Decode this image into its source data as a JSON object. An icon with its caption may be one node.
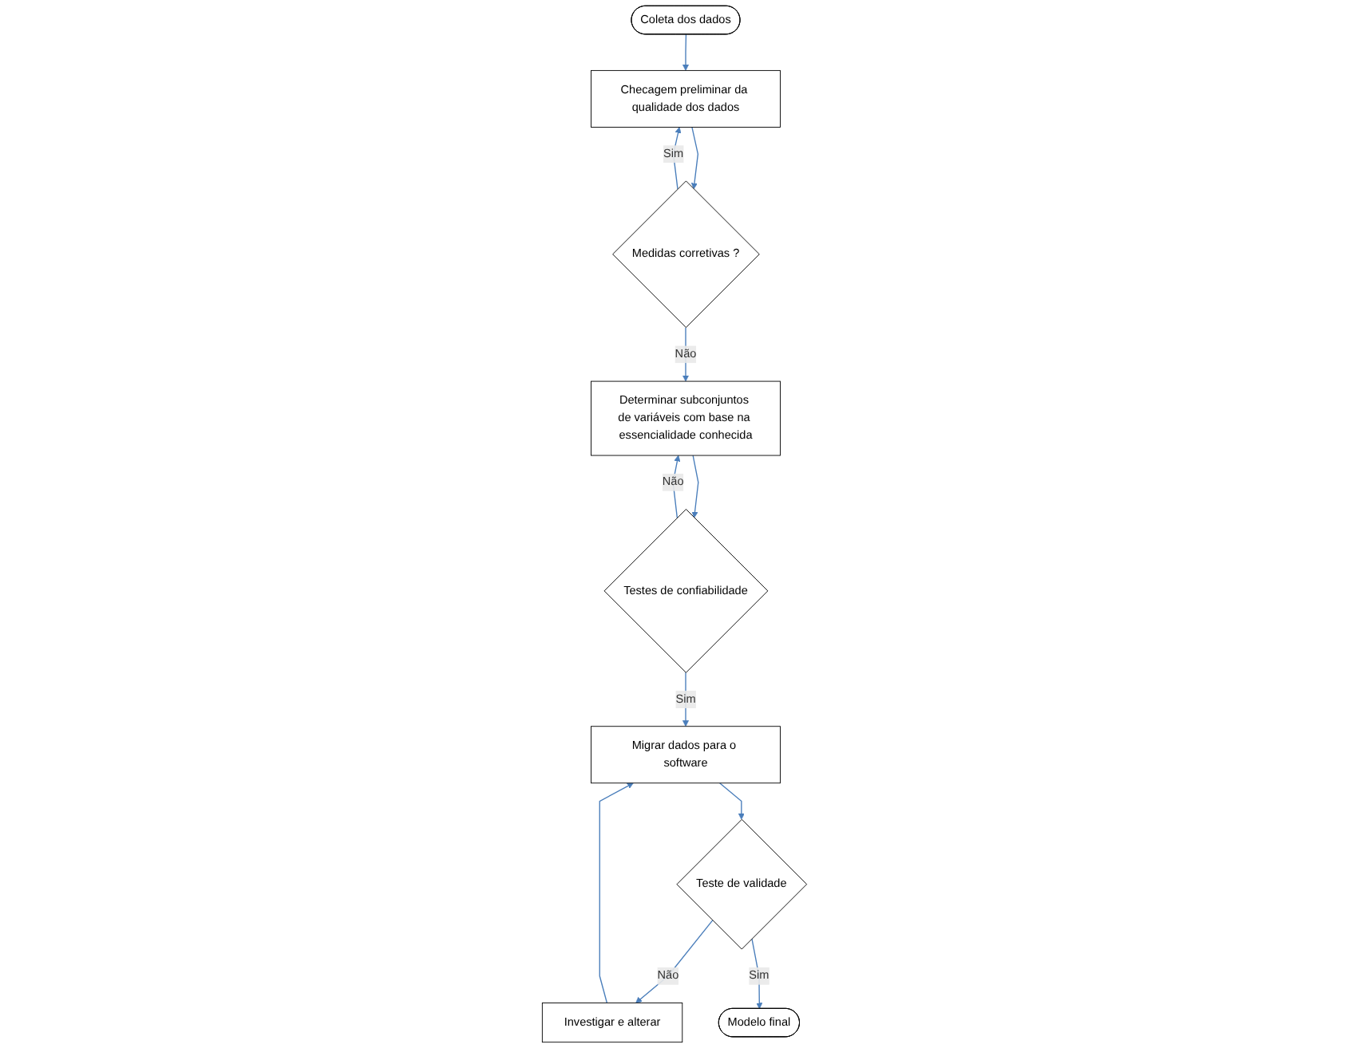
{
  "diagram": {
    "nodes": [
      {
        "text": [
          "Coleta dos dados"
        ]
      },
      {
        "text": [
          "Checagem preliminar da qualidade dos dados"
        ]
      },
      {
        "text": [
          "Medidas corretivas ?"
        ]
      },
      {
        "text": [
          "Determinar subconjuntos de variáveis com base na essencialidade conhecida"
        ]
      },
      {
        "text": [
          "Testes de confiabilidade"
        ]
      },
      {
        "text": [
          "Migrar dados para o software"
        ]
      },
      {
        "text": [
          "Investigar e alterar"
        ]
      },
      {
        "text": [
          "Teste de validade"
        ]
      },
      {
        "text": [
          "Modelo final"
        ]
      }
    ],
    "edges": [
      {
        "from": 0,
        "to": 1,
        "arrow": "to"
      },
      {
        "from": 1,
        "to": 2,
        "arrow": "to"
      },
      {
        "from": 2,
        "to": 1,
        "arrow": "to",
        "label": "Sim"
      },
      {
        "from": 2,
        "to": 3,
        "arrow": "to",
        "label": "Não"
      },
      {
        "from": 3,
        "to": 4,
        "arrow": "to"
      },
      {
        "from": 4,
        "to": 3,
        "arrow": "to",
        "label": "Não"
      },
      {
        "from": 4,
        "to": 5,
        "arrow": "to",
        "label": "Sim"
      },
      {
        "from": 5,
        "to": 7,
        "arrow": "to"
      },
      {
        "from": 7,
        "to": 6,
        "arrow": "to",
        "label": "Não"
      },
      {
        "from": 6,
        "to": 5,
        "arrow": "to"
      },
      {
        "from": 7,
        "to": 8,
        "arrow": "to",
        "label": "Sim"
      }
    ]
  }
}
